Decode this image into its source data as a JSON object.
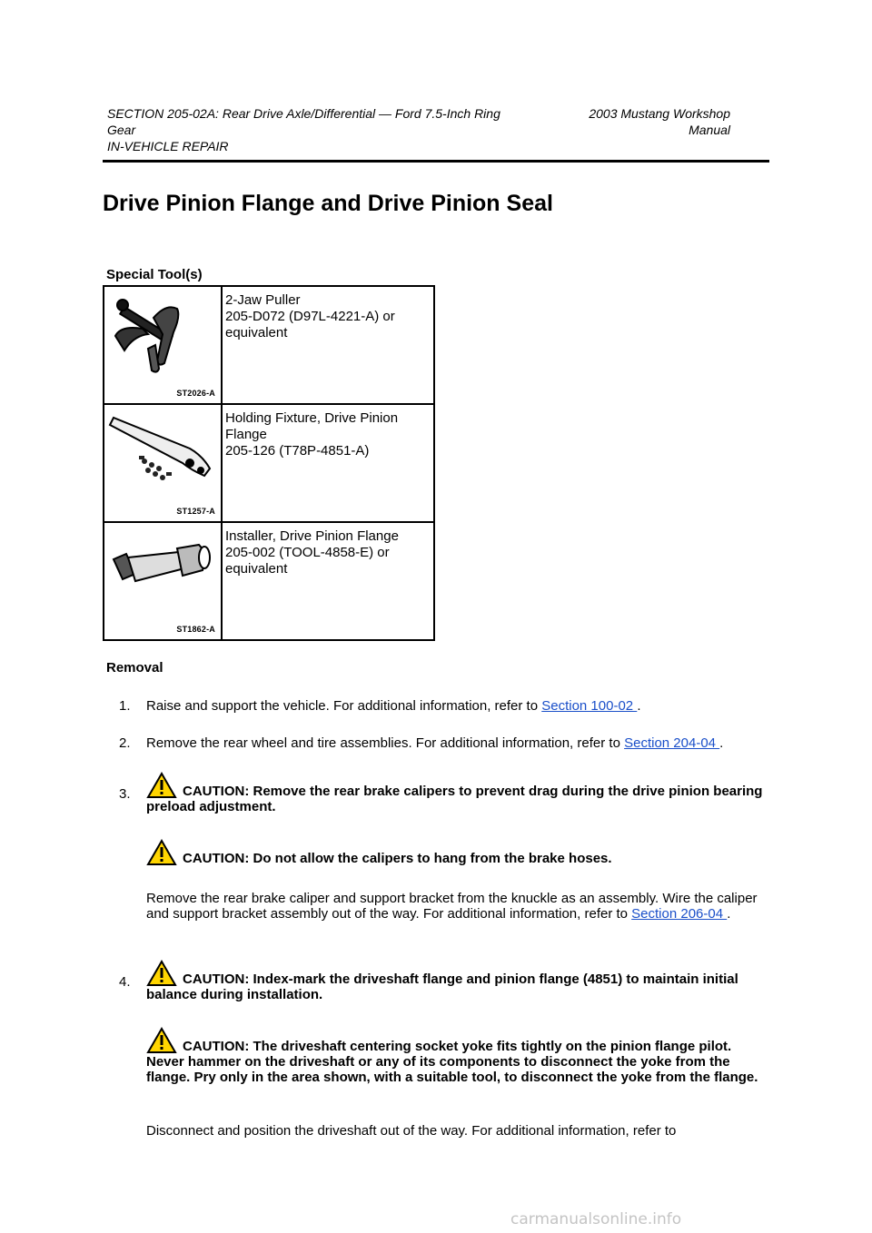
{
  "header": {
    "section_line1": "SECTION 205-02A: Rear Drive Axle/Differential — Ford 7.5-Inch Ring",
    "section_line2": "Gear",
    "section_line3": "IN-VEHICLE REPAIR",
    "manual_line1": "2003 Mustang Workshop",
    "manual_line2": "Manual"
  },
  "title": "Drive Pinion Flange and Drive Pinion Seal",
  "special_tools": {
    "label": "Special Tool(s)",
    "items": [
      {
        "code": "ST2026-A",
        "icon": "puller-icon",
        "line1": "2-Jaw Puller",
        "line2": "205-D072 (D97L-4221-A) or",
        "line3": "equivalent"
      },
      {
        "code": "ST1257-A",
        "icon": "holding-fixture-icon",
        "line1": "Holding Fixture, Drive Pinion",
        "line2": "Flange",
        "line3": "205-126 (T78P-4851-A)"
      },
      {
        "code": "ST1862-A",
        "icon": "installer-icon",
        "line1": "Installer, Drive Pinion Flange",
        "line2": "205-002 (TOOL-4858-E) or",
        "line3": "equivalent"
      }
    ]
  },
  "removal": {
    "heading": "Removal",
    "steps": [
      {
        "num": "1.",
        "text": "Raise and support the vehicle. For additional information, refer to ",
        "link": "Section 100-02 ",
        "after": "."
      },
      {
        "num": "2.",
        "text": "Remove the rear wheel and tire assemblies. For additional information, refer to ",
        "link": "Section 204-04 ",
        "after": "."
      },
      {
        "num": "3.",
        "caution1": "CAUTION: Remove the rear brake calipers to prevent drag during the drive pinion bearing preload adjustment.",
        "caution2": "CAUTION: Do not allow the calipers to hang from the brake hoses.",
        "text": "Remove the rear brake caliper and support bracket from the knuckle as an assembly. Wire the caliper and support bracket assembly out of the way. For additional information, refer to ",
        "link": "Section 206-04 ",
        "after": "."
      },
      {
        "num": "4.",
        "caution1": "CAUTION: Index-mark the driveshaft flange and pinion flange (4851) to maintain initial balance during installation.",
        "caution2": "CAUTION: The driveshaft centering socket yoke fits tightly on the pinion flange pilot. Never hammer on the driveshaft or any of its components to disconnect the yoke from the flange. Pry only in the area shown, with a suitable tool, to disconnect the yoke from the flange.",
        "text": "Disconnect and position the driveshaft out of the way. For additional information, refer to"
      }
    ]
  },
  "footer": {
    "watermark": "carmanualsonline.info"
  }
}
